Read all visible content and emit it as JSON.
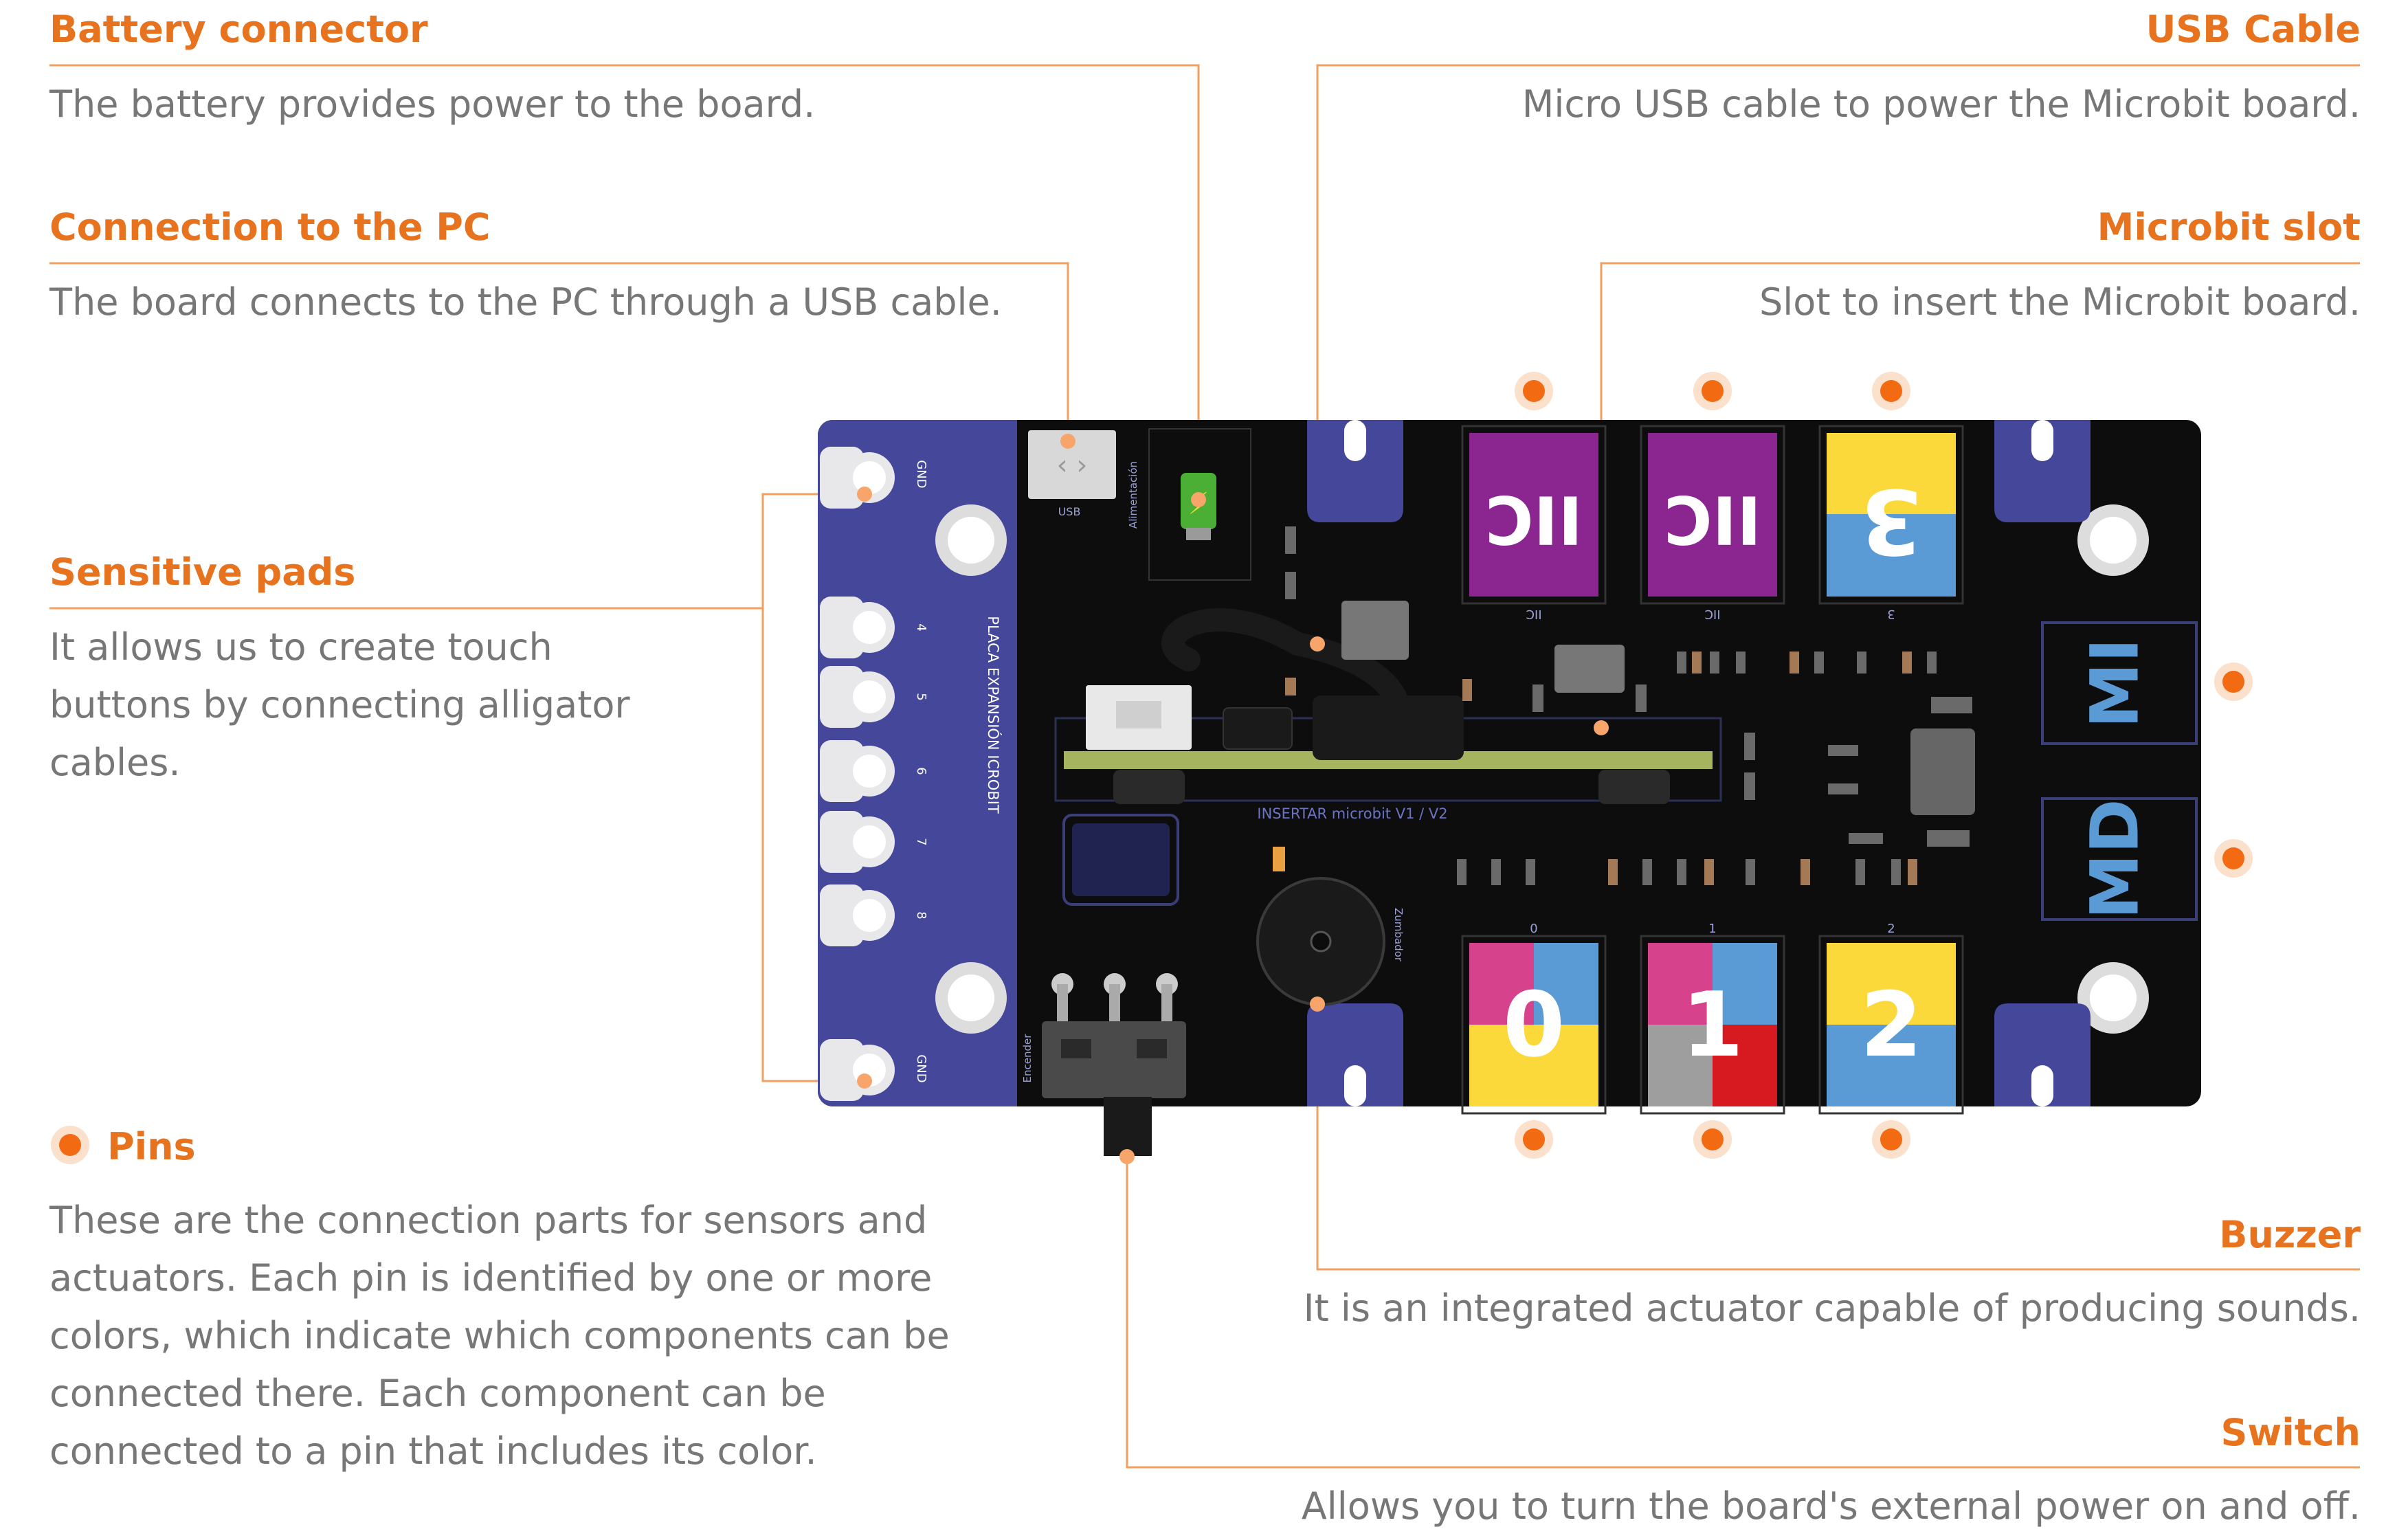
{
  "annotations": {
    "battery": {
      "title": "Battery connector",
      "description": "The battery provides power to the board."
    },
    "pc": {
      "title": "Connection to the PC",
      "description": "The board connects to the PC through a USB cable."
    },
    "pads": {
      "title": "Sensitive pads",
      "description": "It allows us to create touch buttons by connecting alligator cables."
    },
    "pins": {
      "title": "Pins",
      "description": "These are the connection parts for sensors and actuators. Each pin is identified by one or more colors, which indicate which components can be connected there. Each component can be connected to a pin that includes its color."
    },
    "usb": {
      "title": "USB Cable",
      "description": "Micro USB cable to power the Microbit board."
    },
    "slot": {
      "title": "Microbit slot",
      "description": "Slot to insert the Microbit board."
    },
    "buzzer": {
      "title": "Buzzer",
      "description": "It is an integrated actuator capable of producing sounds."
    },
    "switch": {
      "title": "Switch",
      "description": "Allows you to turn the board's external power on and off."
    }
  },
  "board": {
    "side_label": "PLACA EXPANSIÓN ICROBIT",
    "pad_labels": [
      "GND",
      "4",
      "5",
      "6",
      "7",
      "8",
      "GND"
    ],
    "usb_label": "USB",
    "power_label": "Alimentación",
    "slot_label": "INSERTAR microbit V1 / V2",
    "switch_label": "Encender",
    "buzzer_label": "Zumbador",
    "top_ports": [
      {
        "glyph": "IIC",
        "label": "IIC"
      },
      {
        "glyph": "IIC",
        "label": "IIC"
      },
      {
        "glyph": "3",
        "label": "3"
      }
    ],
    "bottom_ports": [
      {
        "glyph": "0",
        "label": "0"
      },
      {
        "glyph": "1",
        "label": "1"
      },
      {
        "glyph": "2",
        "label": "2"
      }
    ],
    "motor_ports": [
      "MI",
      "MD"
    ]
  },
  "colors": {
    "accent": "#e8731f",
    "pin_dot": "#f26a12",
    "board": "#0d0d0d",
    "pad_strip": "#44479a",
    "port_purple": "#8b2690",
    "port_yellow": "#fbd93b",
    "port_blue": "#5a9bd6",
    "port_pink": "#d6428c",
    "port_gray": "#9e9e9e",
    "port_red": "#d71920",
    "motor_text": "#5a9bd6"
  }
}
